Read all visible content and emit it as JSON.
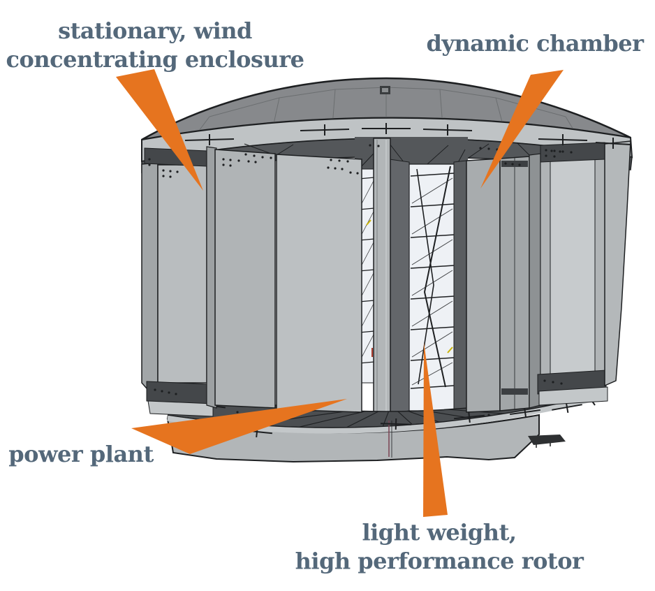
{
  "figure": {
    "labels": {
      "enclosure": {
        "lines": [
          "stationary, wind",
          "concentrating enclosure"
        ]
      },
      "dynamic_chamber": {
        "lines": [
          "dynamic chamber"
        ]
      },
      "power_plant": {
        "lines": [
          "power plant"
        ]
      },
      "rotor": {
        "lines": [
          "light weight,",
          "high performance rotor"
        ]
      }
    },
    "colors": {
      "page_bg": "#ffffff",
      "label_text": "#54687a",
      "callout_orange": "#e6741f",
      "outline_ink": "#1d1f21",
      "dome_gray": "#87898c",
      "rim_light": "#bfc3c5",
      "ceiling_dark": "#54575a",
      "panel_light": "#b9bdbf",
      "panel_mid": "#a8acae",
      "panel_recessed": "#c7cbcd",
      "rotor_white": "#eef1f5",
      "floor_dark": "#4b4e51",
      "base_gray": "#b2b6b8"
    }
  }
}
